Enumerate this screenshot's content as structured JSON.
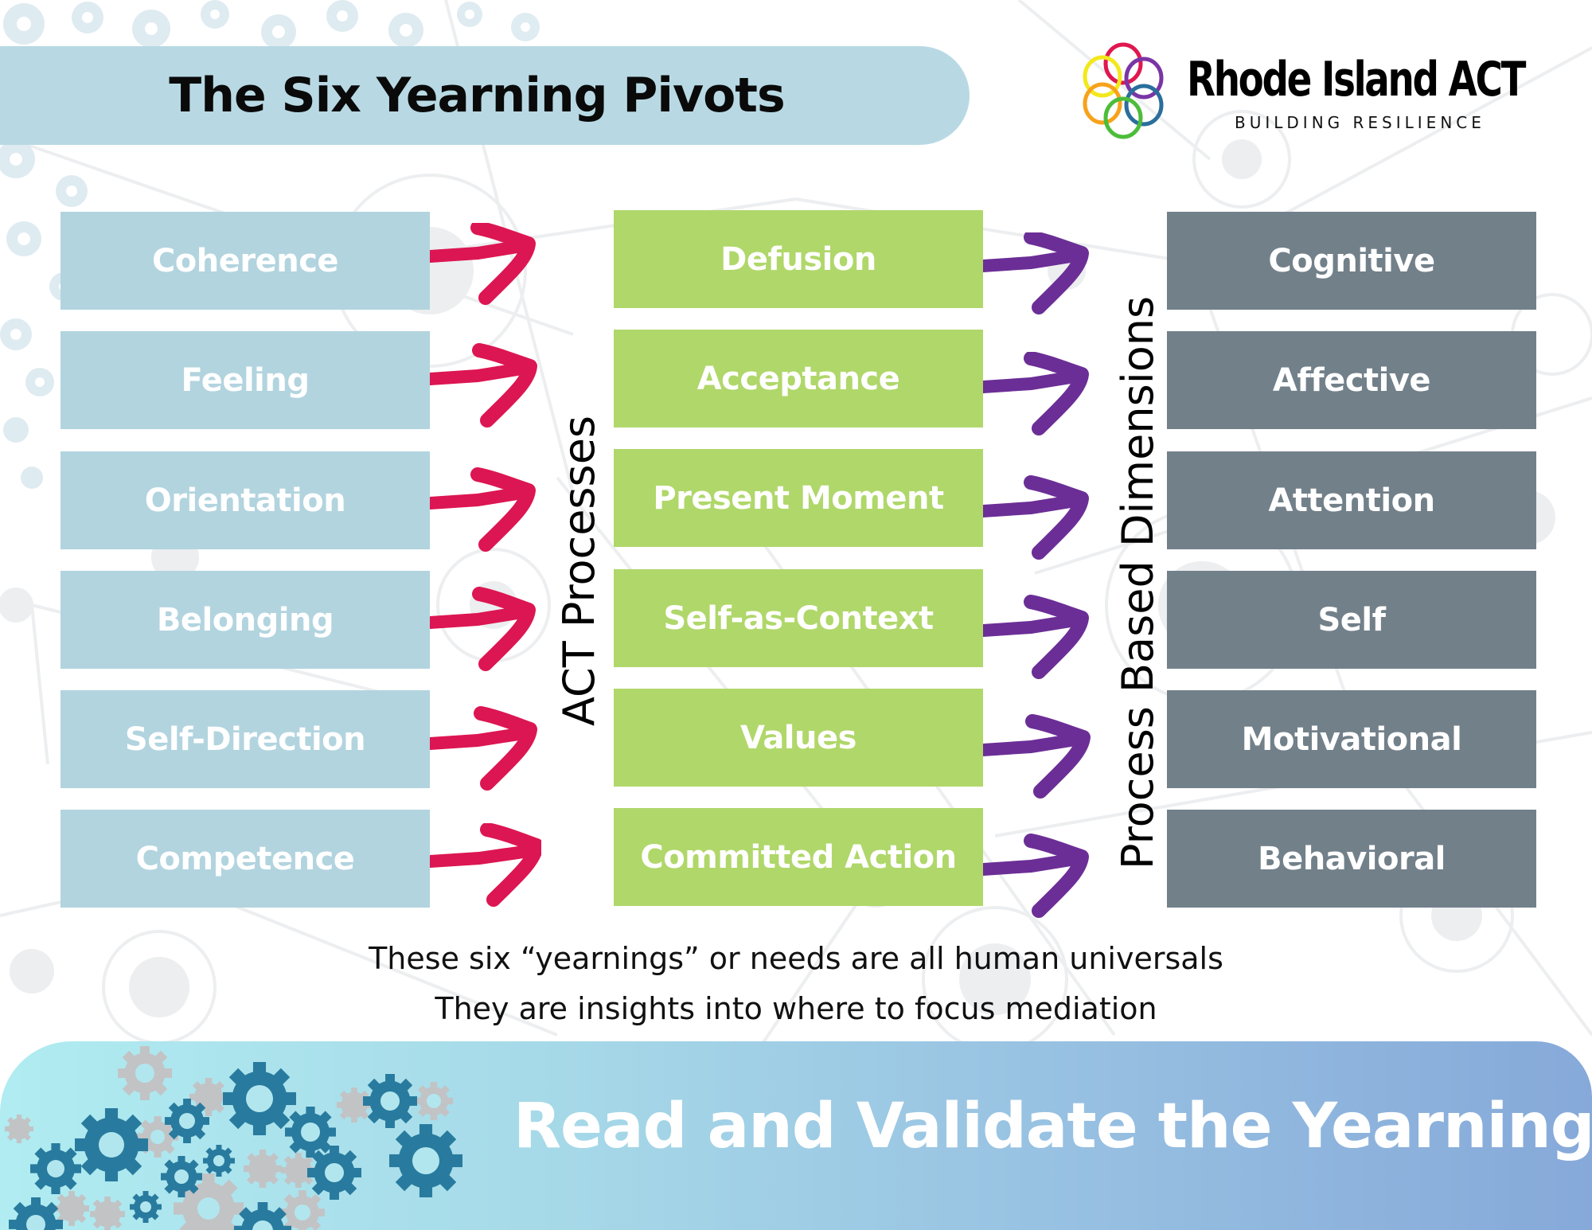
{
  "title": "The Six Yearning Pivots",
  "logo": {
    "name": "Rhode Island ACT",
    "tagline": "BUILDING RESILIENCE",
    "ring_colors": [
      "#e0174f",
      "#f2e81c",
      "#7a35a5",
      "#f7a21b",
      "#2a6f9b",
      "#4cbd3a"
    ]
  },
  "columns": {
    "yearnings": {
      "color": "#b2d4df",
      "items": [
        "Coherence",
        "Feeling",
        "Orientation",
        "Belonging",
        "Self-Direction",
        "Competence"
      ]
    },
    "act_processes": {
      "label": "ACT Processes",
      "color": "#b0d76a",
      "items": [
        "Defusion",
        "Acceptance",
        "Present Moment",
        "Self-as-Context",
        "Values",
        "Committed Action"
      ]
    },
    "dimensions": {
      "label": "Process Based Dimensions",
      "color": "#72808a",
      "items": [
        "Cognitive",
        "Affective",
        "Attention",
        "Self",
        "Motivational",
        "Behavioral"
      ]
    }
  },
  "arrows": {
    "left_color": "#dc1652",
    "right_color": "#6b2e96"
  },
  "notes": [
    "These six “yearnings” or needs are all human universals",
    "They are insights into where to focus mediation"
  ],
  "footer": {
    "text": "Read and Validate the Yearning"
  }
}
